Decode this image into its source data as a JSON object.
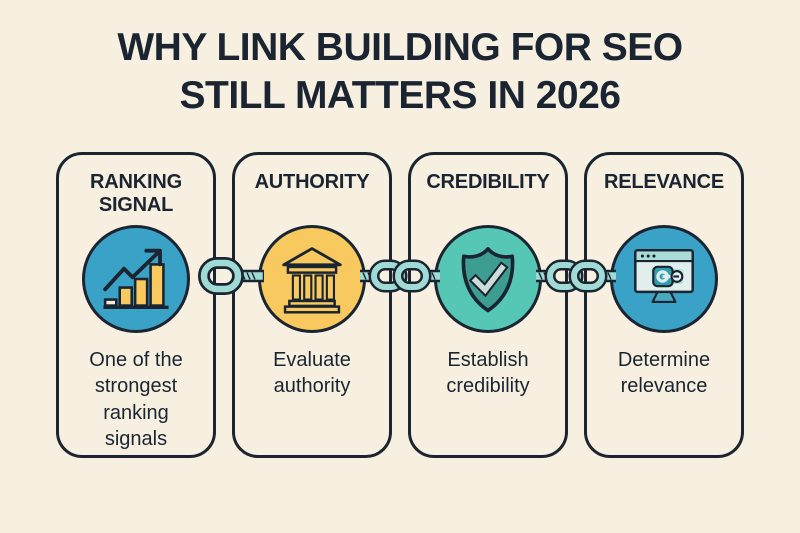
{
  "title": {
    "line1": "WHY LINK BUILDING FOR SEO",
    "line2": "STILL MATTERS IN 2026"
  },
  "cards": [
    {
      "title": "RANKING SIGNAL",
      "description": "One of the strongest ranking signals",
      "icon": "bar-chart-growth-icon",
      "circle_color": "#3ba2c7"
    },
    {
      "title": "AUTHORITY",
      "description": "Evaluate authority",
      "icon": "bank-building-icon",
      "circle_color": "#f7c95e"
    },
    {
      "title": "CREDIBILITY",
      "description": "Establish credibility",
      "icon": "shield-check-icon",
      "circle_color": "#55c7b4"
    },
    {
      "title": "RELEVANCE",
      "description": "Determine relevance",
      "icon": "browser-link-icon",
      "circle_color": "#3ba2c7"
    }
  ],
  "connectors": [
    {
      "type": "single-chain-link"
    },
    {
      "type": "double-chain-link"
    },
    {
      "type": "double-chain-link"
    }
  ],
  "colors": {
    "background": "#f7f0e1",
    "ink": "#1b2531",
    "blue": "#3ba2c7",
    "yellow": "#f7c95e",
    "teal": "#55c7b4",
    "teal_dark": "#3d9d90",
    "chain": "#a0dad4",
    "pale": "#e0efee",
    "header_teal": "#a9dcd8",
    "link_square": "#2e9fae",
    "check_light": "#ccdcd8",
    "bar_cream": "#f3ecdb",
    "stand_teal": "#49aabf",
    "shadow_teal": "#b5e0dc"
  }
}
